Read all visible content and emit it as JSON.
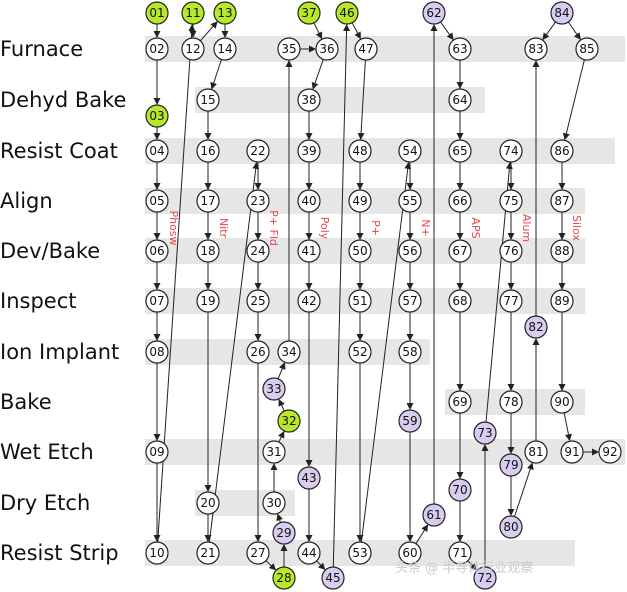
{
  "colors": {
    "band": "#e6e6e6",
    "node_default": "#ffffff",
    "node_green": "#b8e82a",
    "node_purple": "#d9ccf0",
    "stroke": "#222222",
    "step_label": "#e8474c"
  },
  "rows": [
    {
      "id": "furnace",
      "label": "Furnace"
    },
    {
      "id": "dehyd",
      "label": "Dehyd Bake"
    },
    {
      "id": "resist-coat",
      "label": "Resist Coat"
    },
    {
      "id": "align",
      "label": "Align"
    },
    {
      "id": "dev-bake",
      "label": "Dev/Bake"
    },
    {
      "id": "inspect",
      "label": "Inspect"
    },
    {
      "id": "ion-implant",
      "label": "Ion Implant"
    },
    {
      "id": "bake",
      "label": "Bake"
    },
    {
      "id": "wet-etch",
      "label": "Wet Etch"
    },
    {
      "id": "dry-etch",
      "label": "Dry Etch"
    },
    {
      "id": "resist-strip",
      "label": "Resist Strip"
    }
  ],
  "step_labels": [
    "Phosw",
    "Nitr",
    "P+ Fld",
    "Poly",
    "P+",
    "N+",
    "APS",
    "Alum",
    "Silox"
  ],
  "nodes": [
    {
      "id": "01",
      "label": "01",
      "style": "green"
    },
    {
      "id": "11",
      "label": "11",
      "style": "green"
    },
    {
      "id": "13",
      "label": "13",
      "style": "green"
    },
    {
      "id": "37",
      "label": "37",
      "style": "green"
    },
    {
      "id": "46",
      "label": "46",
      "style": "green"
    },
    {
      "id": "62",
      "label": "62",
      "style": "purple"
    },
    {
      "id": "84",
      "label": "84",
      "style": "purple"
    },
    {
      "id": "02",
      "label": "02",
      "style": "default"
    },
    {
      "id": "12",
      "label": "12",
      "style": "default"
    },
    {
      "id": "14",
      "label": "14",
      "style": "default"
    },
    {
      "id": "35",
      "label": "35",
      "style": "default"
    },
    {
      "id": "36",
      "label": "36",
      "style": "default"
    },
    {
      "id": "47",
      "label": "47",
      "style": "default"
    },
    {
      "id": "63",
      "label": "63",
      "style": "default"
    },
    {
      "id": "83",
      "label": "83",
      "style": "default"
    },
    {
      "id": "85",
      "label": "85",
      "style": "default"
    },
    {
      "id": "15",
      "label": "15",
      "style": "default"
    },
    {
      "id": "38",
      "label": "38",
      "style": "default"
    },
    {
      "id": "64",
      "label": "64",
      "style": "default"
    },
    {
      "id": "03",
      "label": "03",
      "style": "green"
    },
    {
      "id": "04",
      "label": "04",
      "style": "default"
    },
    {
      "id": "16",
      "label": "16",
      "style": "default"
    },
    {
      "id": "22",
      "label": "22",
      "style": "default"
    },
    {
      "id": "39",
      "label": "39",
      "style": "default"
    },
    {
      "id": "48",
      "label": "48",
      "style": "default"
    },
    {
      "id": "54",
      "label": "54",
      "style": "default"
    },
    {
      "id": "65",
      "label": "65",
      "style": "default"
    },
    {
      "id": "74",
      "label": "74",
      "style": "default"
    },
    {
      "id": "86",
      "label": "86",
      "style": "default"
    },
    {
      "id": "05",
      "label": "05",
      "style": "default"
    },
    {
      "id": "17",
      "label": "17",
      "style": "default"
    },
    {
      "id": "23",
      "label": "23",
      "style": "default"
    },
    {
      "id": "40",
      "label": "40",
      "style": "default"
    },
    {
      "id": "49",
      "label": "49",
      "style": "default"
    },
    {
      "id": "55",
      "label": "55",
      "style": "default"
    },
    {
      "id": "66",
      "label": "66",
      "style": "default"
    },
    {
      "id": "75",
      "label": "75",
      "style": "default"
    },
    {
      "id": "87",
      "label": "87",
      "style": "default"
    },
    {
      "id": "06",
      "label": "06",
      "style": "default"
    },
    {
      "id": "18",
      "label": "18",
      "style": "default"
    },
    {
      "id": "24",
      "label": "24",
      "style": "default"
    },
    {
      "id": "41",
      "label": "41",
      "style": "default"
    },
    {
      "id": "50",
      "label": "50",
      "style": "default"
    },
    {
      "id": "56",
      "label": "56",
      "style": "default"
    },
    {
      "id": "67",
      "label": "67",
      "style": "default"
    },
    {
      "id": "76",
      "label": "76",
      "style": "default"
    },
    {
      "id": "88",
      "label": "88",
      "style": "default"
    },
    {
      "id": "07",
      "label": "07",
      "style": "default"
    },
    {
      "id": "19",
      "label": "19",
      "style": "default"
    },
    {
      "id": "25",
      "label": "25",
      "style": "default"
    },
    {
      "id": "42",
      "label": "42",
      "style": "default"
    },
    {
      "id": "51",
      "label": "51",
      "style": "default"
    },
    {
      "id": "57",
      "label": "57",
      "style": "default"
    },
    {
      "id": "68",
      "label": "68",
      "style": "default"
    },
    {
      "id": "77",
      "label": "77",
      "style": "default"
    },
    {
      "id": "89",
      "label": "89",
      "style": "default"
    },
    {
      "id": "82",
      "label": "82",
      "style": "purple"
    },
    {
      "id": "08",
      "label": "08",
      "style": "default"
    },
    {
      "id": "26",
      "label": "26",
      "style": "default"
    },
    {
      "id": "34",
      "label": "34",
      "style": "default"
    },
    {
      "id": "52",
      "label": "52",
      "style": "default"
    },
    {
      "id": "58",
      "label": "58",
      "style": "default"
    },
    {
      "id": "33",
      "label": "33",
      "style": "purple"
    },
    {
      "id": "69",
      "label": "69",
      "style": "default"
    },
    {
      "id": "78",
      "label": "78",
      "style": "default"
    },
    {
      "id": "90",
      "label": "90",
      "style": "default"
    },
    {
      "id": "32",
      "label": "32",
      "style": "green"
    },
    {
      "id": "59",
      "label": "59",
      "style": "purple"
    },
    {
      "id": "73",
      "label": "73",
      "style": "purple"
    },
    {
      "id": "09",
      "label": "09",
      "style": "default"
    },
    {
      "id": "31",
      "label": "31",
      "style": "default"
    },
    {
      "id": "79",
      "label": "79",
      "style": "purple"
    },
    {
      "id": "81",
      "label": "81",
      "style": "default"
    },
    {
      "id": "91",
      "label": "91",
      "style": "default"
    },
    {
      "id": "92",
      "label": "92",
      "style": "default"
    },
    {
      "id": "43",
      "label": "43",
      "style": "purple"
    },
    {
      "id": "70",
      "label": "70",
      "style": "purple"
    },
    {
      "id": "20",
      "label": "20",
      "style": "default"
    },
    {
      "id": "30",
      "label": "30",
      "style": "default"
    },
    {
      "id": "61",
      "label": "61",
      "style": "purple"
    },
    {
      "id": "80",
      "label": "80",
      "style": "purple"
    },
    {
      "id": "29",
      "label": "29",
      "style": "purple"
    },
    {
      "id": "10",
      "label": "10",
      "style": "default"
    },
    {
      "id": "21",
      "label": "21",
      "style": "default"
    },
    {
      "id": "27",
      "label": "27",
      "style": "default"
    },
    {
      "id": "44",
      "label": "44",
      "style": "default"
    },
    {
      "id": "53",
      "label": "53",
      "style": "default"
    },
    {
      "id": "60",
      "label": "60",
      "style": "default"
    },
    {
      "id": "71",
      "label": "71",
      "style": "default"
    },
    {
      "id": "28",
      "label": "28",
      "style": "green"
    },
    {
      "id": "45",
      "label": "45",
      "style": "purple"
    },
    {
      "id": "72",
      "label": "72",
      "style": "purple"
    }
  ],
  "edges": [
    [
      "01",
      "02"
    ],
    [
      "02",
      "03"
    ],
    [
      "03",
      "04"
    ],
    [
      "04",
      "05"
    ],
    [
      "05",
      "06"
    ],
    [
      "06",
      "07"
    ],
    [
      "07",
      "08"
    ],
    [
      "08",
      "09"
    ],
    [
      "09",
      "10"
    ],
    [
      "10",
      "11"
    ],
    [
      "11",
      "12"
    ],
    [
      "12",
      "13"
    ],
    [
      "13",
      "14"
    ],
    [
      "14",
      "15"
    ],
    [
      "15",
      "16"
    ],
    [
      "16",
      "17"
    ],
    [
      "17",
      "18"
    ],
    [
      "18",
      "19"
    ],
    [
      "19",
      "20"
    ],
    [
      "20",
      "21"
    ],
    [
      "21",
      "22"
    ],
    [
      "22",
      "23"
    ],
    [
      "23",
      "24"
    ],
    [
      "24",
      "25"
    ],
    [
      "25",
      "26"
    ],
    [
      "26",
      "27"
    ],
    [
      "27",
      "28"
    ],
    [
      "28",
      "29"
    ],
    [
      "29",
      "30"
    ],
    [
      "30",
      "31"
    ],
    [
      "31",
      "32"
    ],
    [
      "32",
      "33"
    ],
    [
      "33",
      "34"
    ],
    [
      "34",
      "35"
    ],
    [
      "35",
      "36"
    ],
    [
      "37",
      "36"
    ],
    [
      "36",
      "38"
    ],
    [
      "38",
      "39"
    ],
    [
      "39",
      "40"
    ],
    [
      "40",
      "41"
    ],
    [
      "41",
      "42"
    ],
    [
      "42",
      "43"
    ],
    [
      "43",
      "44"
    ],
    [
      "44",
      "45"
    ],
    [
      "45",
      "46"
    ],
    [
      "46",
      "47"
    ],
    [
      "47",
      "48"
    ],
    [
      "48",
      "49"
    ],
    [
      "49",
      "50"
    ],
    [
      "50",
      "51"
    ],
    [
      "51",
      "52"
    ],
    [
      "52",
      "53"
    ],
    [
      "53",
      "54"
    ],
    [
      "54",
      "55"
    ],
    [
      "55",
      "56"
    ],
    [
      "56",
      "57"
    ],
    [
      "57",
      "58"
    ],
    [
      "58",
      "59"
    ],
    [
      "59",
      "60"
    ],
    [
      "60",
      "61"
    ],
    [
      "61",
      "62"
    ],
    [
      "62",
      "63"
    ],
    [
      "63",
      "64"
    ],
    [
      "64",
      "65"
    ],
    [
      "65",
      "66"
    ],
    [
      "66",
      "67"
    ],
    [
      "67",
      "68"
    ],
    [
      "68",
      "69"
    ],
    [
      "69",
      "70"
    ],
    [
      "70",
      "71"
    ],
    [
      "71",
      "72"
    ],
    [
      "72",
      "73"
    ],
    [
      "73",
      "74"
    ],
    [
      "74",
      "75"
    ],
    [
      "75",
      "76"
    ],
    [
      "76",
      "77"
    ],
    [
      "77",
      "78"
    ],
    [
      "78",
      "79"
    ],
    [
      "79",
      "80"
    ],
    [
      "80",
      "81"
    ],
    [
      "81",
      "82"
    ],
    [
      "82",
      "83"
    ],
    [
      "84",
      "83"
    ],
    [
      "84",
      "85"
    ],
    [
      "85",
      "86"
    ],
    [
      "86",
      "87"
    ],
    [
      "87",
      "88"
    ],
    [
      "88",
      "89"
    ],
    [
      "89",
      "90"
    ],
    [
      "90",
      "91"
    ],
    [
      "91",
      "92"
    ]
  ],
  "watermark": "头条 @ 半导体行业观察"
}
